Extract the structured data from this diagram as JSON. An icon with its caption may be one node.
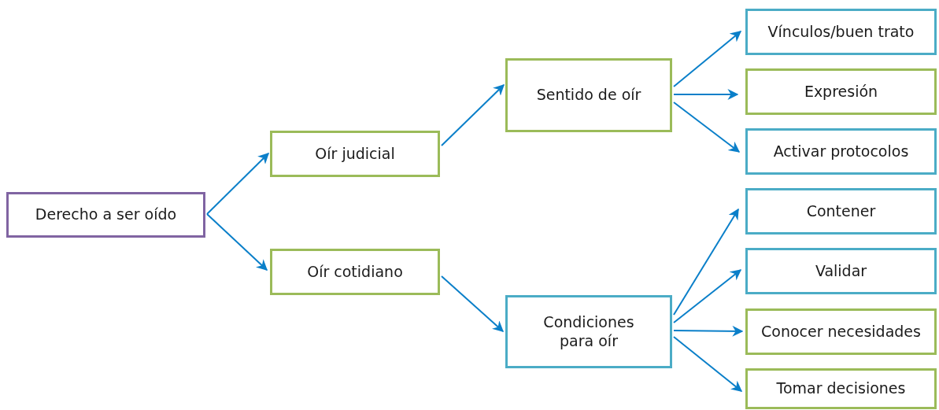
{
  "diagram": {
    "nodes": [
      {
        "text": [
          "Derecho a ser oído"
        ]
      },
      {
        "text": [
          "Oír judicial"
        ]
      },
      {
        "text": [
          "Oír cotidiano"
        ]
      },
      {
        "text": [
          "Sentido de oír"
        ]
      },
      {
        "text": [
          "Condiciones para oír"
        ]
      },
      {
        "text": [
          "Vínculos/buen trato"
        ]
      },
      {
        "text": [
          "Expresión"
        ]
      },
      {
        "text": [
          "Activar protocolos"
        ]
      },
      {
        "text": [
          "Contener"
        ]
      },
      {
        "text": [
          "Validar"
        ]
      },
      {
        "text": [
          "Conocer necesidades"
        ]
      },
      {
        "text": [
          "Tomar decisiones"
        ]
      }
    ],
    "edges": [
      {
        "from": 0,
        "to": 1,
        "arrow": "to"
      },
      {
        "from": 0,
        "to": 2,
        "arrow": "to"
      },
      {
        "from": 1,
        "to": 3,
        "arrow": "to"
      },
      {
        "from": 2,
        "to": 4,
        "arrow": "to"
      },
      {
        "from": 3,
        "to": 5,
        "arrow": "to"
      },
      {
        "from": 3,
        "to": 6,
        "arrow": "to"
      },
      {
        "from": 3,
        "to": 7,
        "arrow": "to"
      },
      {
        "from": 4,
        "to": 8,
        "arrow": "to"
      },
      {
        "from": 4,
        "to": 9,
        "arrow": "to"
      },
      {
        "from": 4,
        "to": 10,
        "arrow": "to"
      },
      {
        "from": 4,
        "to": 11,
        "arrow": "to"
      }
    ]
  }
}
